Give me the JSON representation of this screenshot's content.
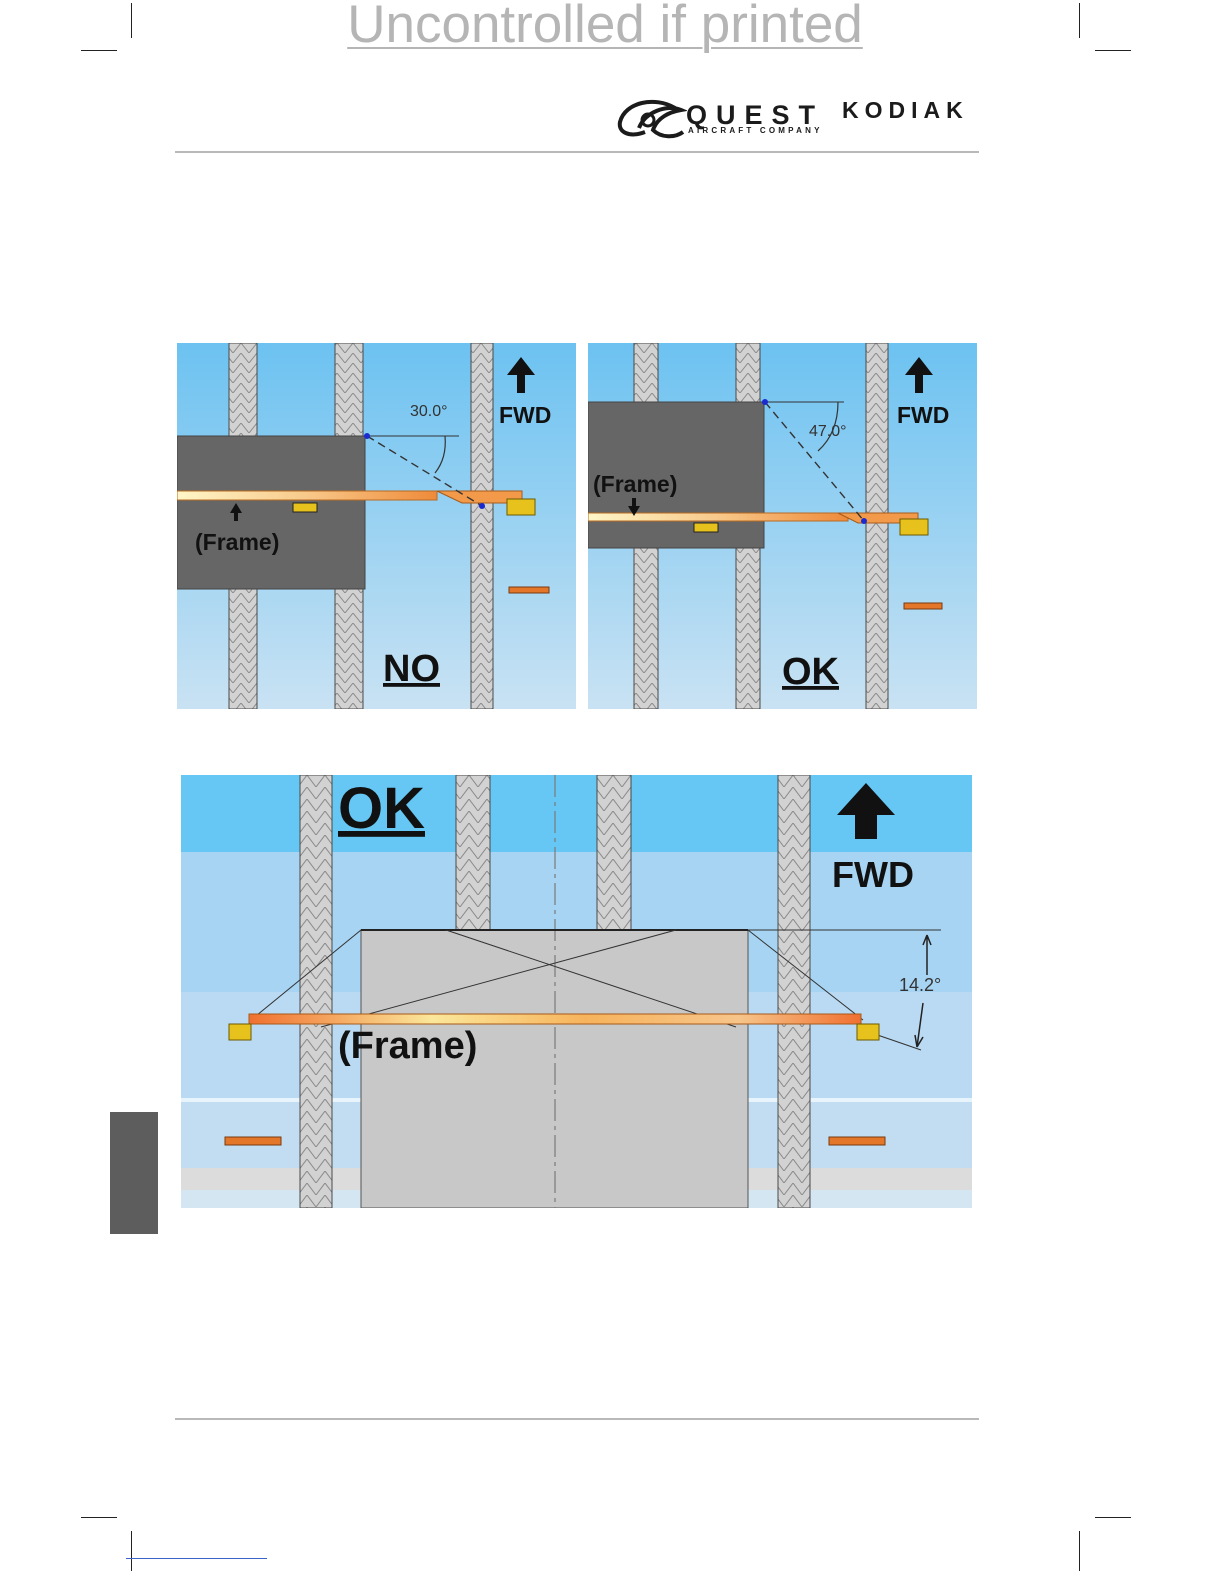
{
  "watermark": "Uncontrolled if printed",
  "header": {
    "brand_quest": "QUEST",
    "brand_sub": "AIRCRAFT COMPANY",
    "brand_model": "KODIAK"
  },
  "figure_no": {
    "fwd": "FWD",
    "frame": "(Frame)",
    "angle": "30.0°",
    "verdict": "NO"
  },
  "figure_ok_a": {
    "fwd": "FWD",
    "frame": "(Frame)",
    "angle": "47.0°",
    "verdict": "OK"
  },
  "figure_ok_b": {
    "fwd": "FWD",
    "frame": "(Frame)",
    "angle": "14.2°",
    "verdict": "OK"
  },
  "colors": {
    "sky": "#7fc6ef",
    "box_dark": "#666666",
    "box_light": "#c8c8c8",
    "arm_orange": "#f29a4a",
    "latch_yellow": "#e8c21c",
    "side_tab": "#5d5d5d"
  }
}
